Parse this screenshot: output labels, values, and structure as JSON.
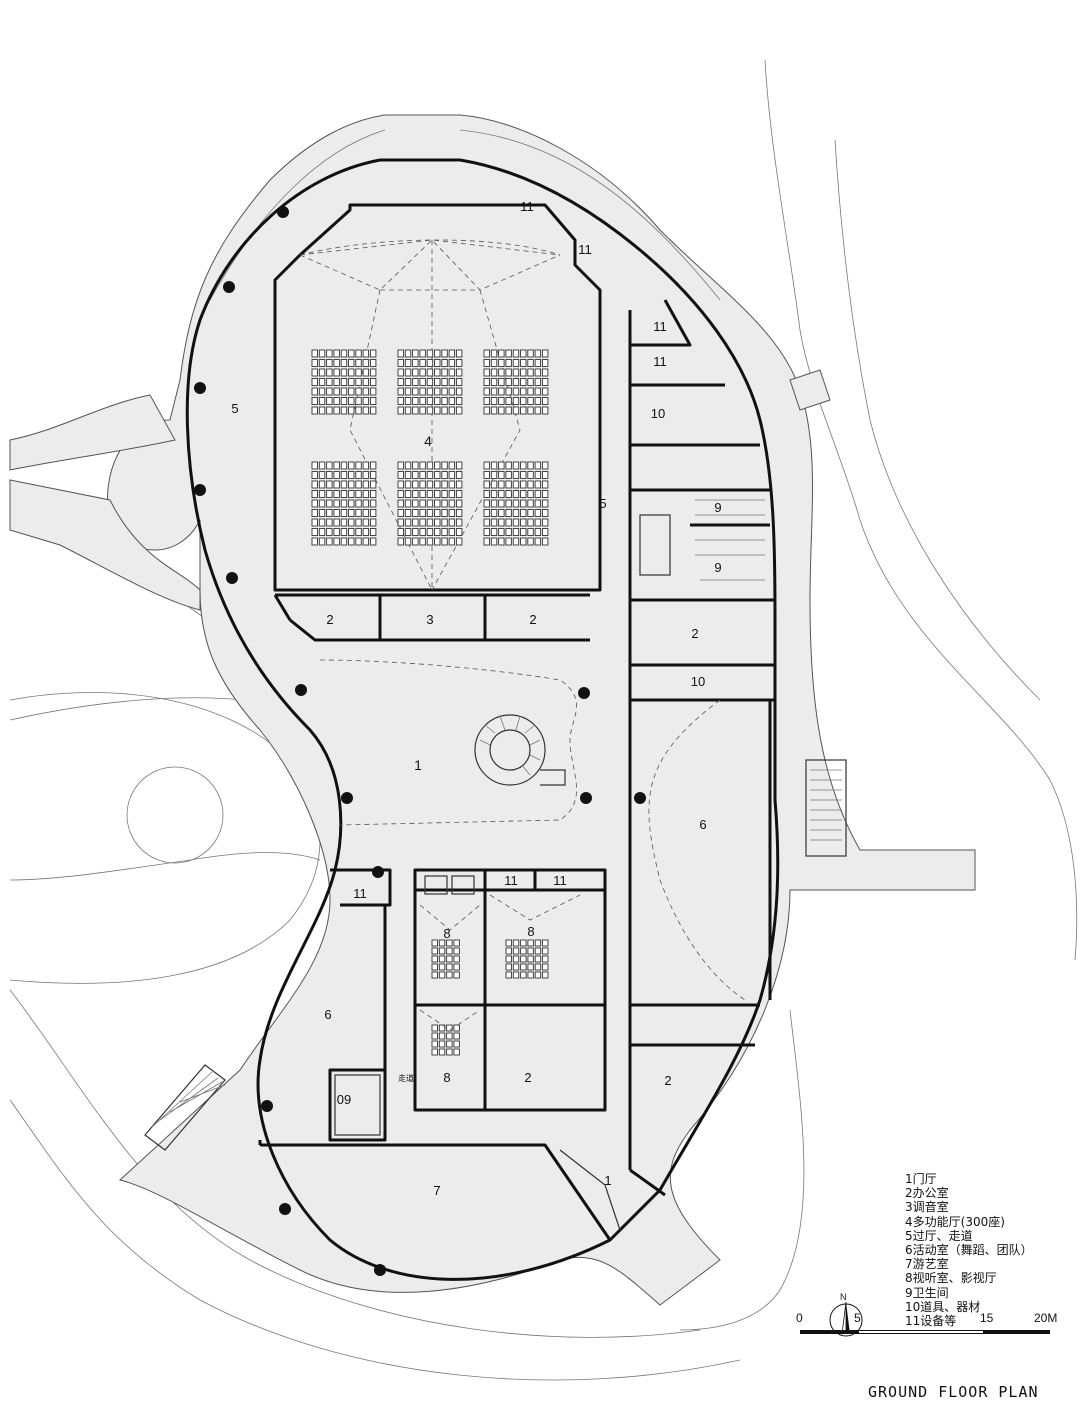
{
  "rooms": {
    "lobby_main": "1",
    "lobby_south": "1",
    "office_w": "2",
    "office_e": "2",
    "office_east": "2",
    "office_center": "2",
    "office_se": "2",
    "tuning": "3",
    "hall": "4",
    "corridor_w": "5",
    "corridor_e": "5",
    "activity_e": "6",
    "activity_w": "6",
    "game": "7",
    "av_a": "8",
    "av_b": "8",
    "av_c": "8",
    "wc_a": "9",
    "wc_b": "9",
    "wc_c": "09",
    "store_a": "10",
    "store_b": "10",
    "eq_top": "11",
    "eq_top2": "11",
    "eq_e1": "11",
    "eq_e2": "11",
    "eq_w": "11",
    "eq_c1": "11",
    "eq_c2": "11",
    "walkway": "走道"
  },
  "legend": [
    "1门厅",
    "2办公室",
    "3调音室",
    "4多功能厅(300座)",
    "5过厅、走道",
    "6活动室（舞蹈、团队）",
    "7游艺室",
    "8视听室、影视厅",
    "9卫生间",
    "10道具、器材",
    "11设备等"
  ],
  "scale": {
    "ticks": [
      "0",
      "5",
      "15",
      "20M"
    ]
  },
  "north_label": "N",
  "plan_title": "GROUND FLOOR PLAN"
}
